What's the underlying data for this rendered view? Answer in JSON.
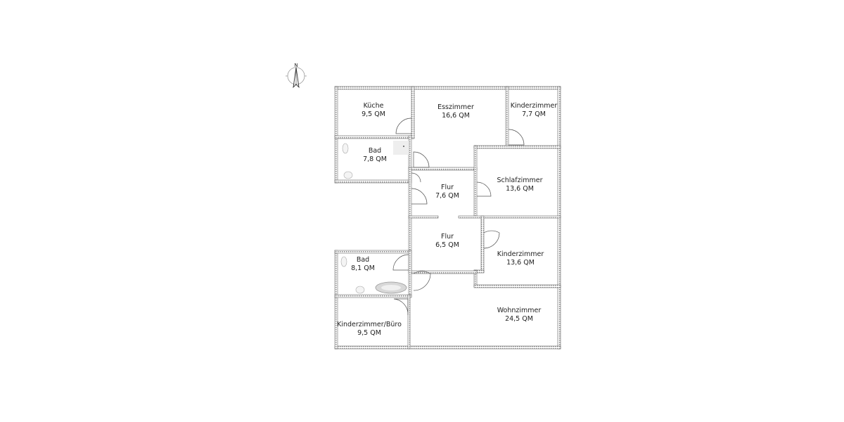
{
  "plan": {
    "compass": {
      "label": "N"
    },
    "rooms": [
      {
        "id": "kueche",
        "name": "Küche",
        "area": "9,5 QM"
      },
      {
        "id": "esszimmer",
        "name": "Esszimmer",
        "area": "16,6 QM"
      },
      {
        "id": "kinderzimmer1",
        "name": "Kinderzimmer",
        "area": "7,7 QM"
      },
      {
        "id": "bad1",
        "name": "Bad",
        "area": "7,8 QM"
      },
      {
        "id": "flur1",
        "name": "Flur",
        "area": "7,6 QM"
      },
      {
        "id": "schlafzimmer",
        "name": "Schlafzimmer",
        "area": "13,6 QM"
      },
      {
        "id": "flur2",
        "name": "Flur",
        "area": "6,5 QM"
      },
      {
        "id": "kinderzimmer2",
        "name": "Kinderzimmer",
        "area": "13,6 QM"
      },
      {
        "id": "bad2",
        "name": "Bad",
        "area": "8,1 QM"
      },
      {
        "id": "kinderzimmer-buero",
        "name": "Kinderzimmer/Büro",
        "area": "9,5 QM"
      },
      {
        "id": "wohnzimmer",
        "name": "Wohnzimmer",
        "area": "24,5 QM"
      }
    ]
  }
}
